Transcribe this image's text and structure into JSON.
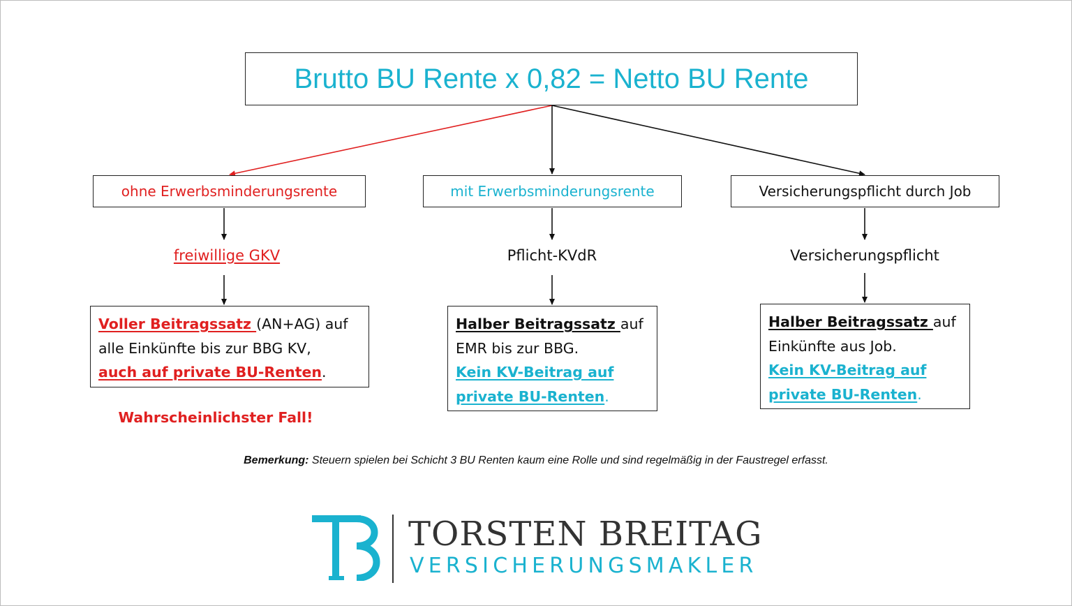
{
  "diagram": {
    "title": "Brutto BU Rente x 0,82 = Netto BU Rente",
    "branches": [
      {
        "category": "ohne Erwerbsminderungsrente",
        "insurance": "freiwillige GKV",
        "detail": {
          "part1": "Voller Beitragssatz ",
          "part2": "(AN+AG) auf",
          "part3": "alle Einkünfte bis zur BBG KV,",
          "part4": "auch auf private BU-Renten",
          "part5": "."
        },
        "note": "Wahrscheinlichster Fall!"
      },
      {
        "category": "mit Erwerbsminderungsrente",
        "insurance": "Pflicht-KVdR",
        "detail": {
          "part1": "Halber Beitragssatz ",
          "part2": "auf",
          "part3": "EMR bis zur BBG.",
          "part4": "Kein KV-Beitrag auf",
          "part5": "private BU-Renten",
          "part6": "."
        }
      },
      {
        "category": "Versicherungspflicht durch Job",
        "insurance": "Versicherungspflicht",
        "detail": {
          "part1": "Halber Beitragssatz ",
          "part2": "auf",
          "part3": "Einkünfte aus Job.",
          "part4": "Kein KV-Beitrag auf",
          "part5": "private BU-Renten",
          "part6": "."
        }
      }
    ],
    "remark": {
      "label": "Bemerkung:",
      "text": " Steuern spielen bei Schicht 3 BU Renten kaum eine Rolle und sind regelmäßig in der Faustregel erfasst."
    }
  },
  "logo": {
    "monogram": "TB",
    "name": "TORSTEN BREITAG",
    "subtitle": "VERSICHERUNGSMAKLER"
  },
  "colors": {
    "accent_cyan": "#1ab2cf",
    "accent_red": "#e02020",
    "text_dark": "#111111"
  }
}
